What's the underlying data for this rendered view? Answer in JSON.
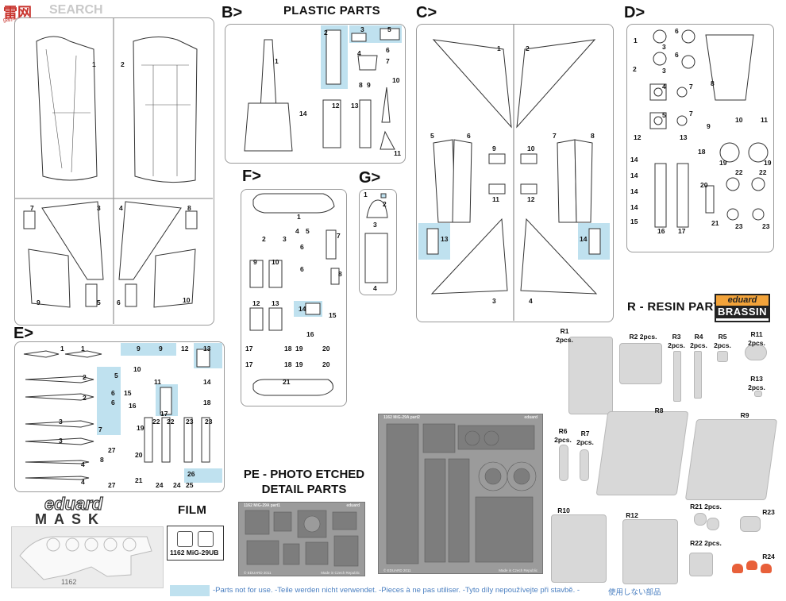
{
  "watermark": {
    "logo_cn": "雷网",
    "text": "SEARCH",
    "url": "gan-shou.com"
  },
  "sections": {
    "a_numbers": [
      "1",
      "2",
      "7",
      "3",
      "4",
      "8",
      "9",
      "5",
      "6",
      "10"
    ],
    "b": {
      "label": "B>",
      "title": "PLASTIC PARTS",
      "numbers": [
        "1",
        "2",
        "3",
        "5",
        "4",
        "6",
        "7",
        "8",
        "9",
        "10",
        "12",
        "13",
        "14",
        "11"
      ]
    },
    "c": {
      "label": "C>",
      "numbers": [
        "1",
        "2",
        "5",
        "6",
        "7",
        "8",
        "9",
        "10",
        "11",
        "12",
        "13",
        "14",
        "3",
        "4"
      ]
    },
    "d": {
      "label": "D>",
      "numbers": [
        "1",
        "3",
        "6",
        "2",
        "3",
        "6",
        "4",
        "7",
        "8",
        "5",
        "7",
        "9",
        "10",
        "11",
        "12",
        "13",
        "18",
        "19",
        "19",
        "14",
        "14",
        "14",
        "14",
        "15",
        "20",
        "22",
        "22",
        "21",
        "16",
        "17",
        "23",
        "23"
      ]
    },
    "e": {
      "label": "E>",
      "numbers": [
        "1",
        "1",
        "9",
        "9",
        "12",
        "13",
        "2",
        "5",
        "10",
        "11",
        "6",
        "6",
        "14",
        "2",
        "15",
        "16",
        "17",
        "18",
        "3",
        "7",
        "19",
        "22",
        "22",
        "23",
        "23",
        "3",
        "27",
        "20",
        "4",
        "8",
        "27",
        "21",
        "26",
        "4",
        "24",
        "24",
        "25"
      ]
    },
    "f": {
      "label": "F>",
      "numbers": [
        "1",
        "4",
        "5",
        "2",
        "3",
        "6",
        "7",
        "9",
        "10",
        "6",
        "8",
        "12",
        "13",
        "14",
        "15",
        "16",
        "17",
        "18",
        "19",
        "20",
        "17",
        "18",
        "19",
        "20",
        "21"
      ]
    },
    "g": {
      "label": "G>",
      "numbers": [
        "1",
        "2",
        "3",
        "4"
      ]
    }
  },
  "resin": {
    "title": "R - RESIN PARTS",
    "brand_top": "eduard",
    "brand_bottom": "BRASSIN",
    "items": [
      {
        "id": "R1",
        "qty": "2pcs."
      },
      {
        "id": "R2",
        "qty": "2pcs."
      },
      {
        "id": "R3",
        "qty": "2pcs."
      },
      {
        "id": "R4",
        "qty": "2pcs."
      },
      {
        "id": "R5",
        "qty": "2pcs."
      },
      {
        "id": "R11",
        "qty": "2pcs."
      },
      {
        "id": "R13",
        "qty": "2pcs."
      },
      {
        "id": "R8",
        "qty": ""
      },
      {
        "id": "R9",
        "qty": ""
      },
      {
        "id": "R6",
        "qty": "2pcs."
      },
      {
        "id": "R7",
        "qty": "2pcs."
      },
      {
        "id": "R10",
        "qty": ""
      },
      {
        "id": "R12",
        "qty": ""
      },
      {
        "id": "R21",
        "qty": "2pcs."
      },
      {
        "id": "R23",
        "qty": ""
      },
      {
        "id": "R22",
        "qty": "2pcs."
      },
      {
        "id": "R24",
        "qty": ""
      }
    ]
  },
  "pe": {
    "title_line1": "PE - PHOTO ETCHED",
    "title_line2": "DETAIL PARTS",
    "fret1": {
      "header_left": "1162  MiG-29A   part1",
      "header_right": "eduard",
      "footer_left": "© EDUARD 2011",
      "footer_right": "Made in Czech Republic"
    },
    "fret2": {
      "header_left": "1162  MiG-29A   part2",
      "header_right": "eduard",
      "footer_left": "© EDUARD 2011",
      "footer_right": "Made in Czech Republic"
    }
  },
  "mask": {
    "brand": "eduard",
    "word": "MASK",
    "number": "1162"
  },
  "film": {
    "title": "FILM",
    "label": "1162 MiG-29UB"
  },
  "footer": {
    "note": "-Parts not for use. -Teile werden nicht verwendet. -Pieces à ne pas utiliser. -Tyto díly nepoužívejte při stavbě. -",
    "note_jp": "使用しない部品",
    "swatch_color": "#bfe1ef"
  }
}
